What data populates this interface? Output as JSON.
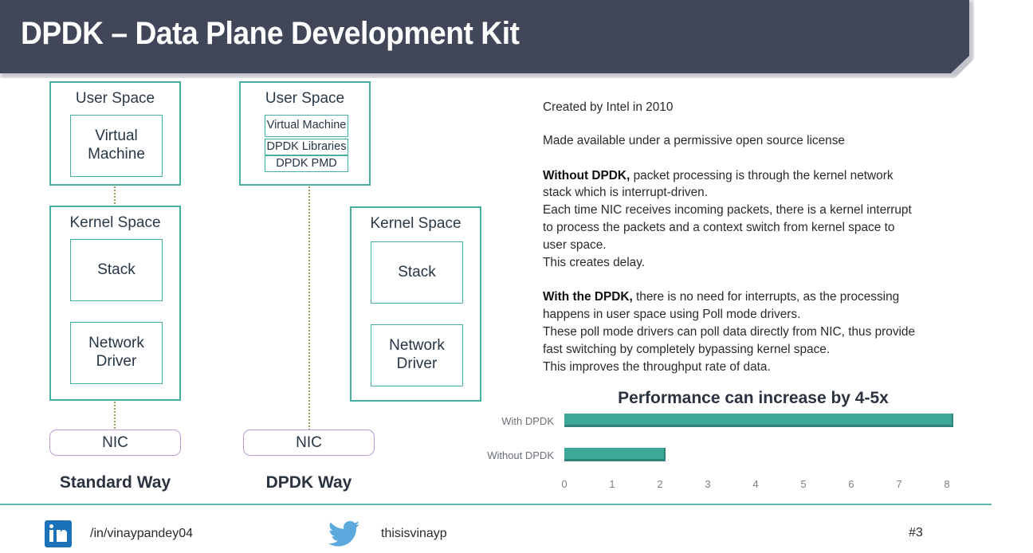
{
  "slide": {
    "title": "DPDK – Data Plane Development Kit",
    "page_number": "#3",
    "title_bar_color": "#414759",
    "accent_teal": "#45AFA2",
    "accent_purple": "#b89bd6",
    "connector_color": "#9a9a5e"
  },
  "diagram_standard": {
    "caption": "Standard Way",
    "user_space_label": "User Space",
    "kernel_space_label": "Kernel Space",
    "virtual_machine_label": "Virtual\nMachine",
    "virtual_machine_line1": "Virtual",
    "virtual_machine_line2": "Machine",
    "stack_label": "Stack",
    "network_driver_line1": "Network",
    "network_driver_line2": "Driver",
    "nic_label": "NIC"
  },
  "diagram_dpdk": {
    "caption": "DPDK Way",
    "user_space_label": "User Space",
    "kernel_space_label": "Kernel Space",
    "virtual_machine_label": "Virtual Machine",
    "dpdk_libraries_label": "DPDK Libraries",
    "dpdk_pmd_label": "DPDK PMD",
    "stack_label": "Stack",
    "network_driver_line1": "Network",
    "network_driver_line2": "Driver",
    "nic_label": "NIC"
  },
  "text": {
    "created": "Created by Intel in 2010",
    "license": "Made available under a permissive open source license",
    "without_lead": "Without DPDK,",
    "without_rest": " packet processing is through the kernel network",
    "without_l2": "stack which is interrupt-driven.",
    "without_l3": "Each time NIC receives incoming packets, there is a kernel interrupt",
    "without_l4": "to process the packets and a context switch from kernel space to",
    "without_l5": "user space.",
    "without_l6": "This creates delay.",
    "with_lead": "With the DPDK,",
    "with_rest": " there is no need for interrupts, as the processing",
    "with_l2": "happens in user space using Poll mode drivers.",
    "with_l3": "These poll mode drivers can poll data directly from NIC, thus provide",
    "with_l4": "fast switching by completely bypassing kernel space.",
    "with_l5": "This improves the throughput rate of data."
  },
  "chart_data": {
    "type": "bar",
    "orientation": "horizontal",
    "title": "Performance can increase by 4-5x",
    "categories": [
      "With DPDK",
      "Without DPDK"
    ],
    "values": [
      8.1,
      2.1
    ],
    "xlabel": "",
    "ylabel": "",
    "xlim": [
      0,
      8
    ],
    "xticks": [
      "0",
      "1",
      "2",
      "3",
      "4",
      "5",
      "6",
      "7",
      "8"
    ],
    "grid": false,
    "legend": false,
    "bar_color": "#3DA89A"
  },
  "footer": {
    "linkedin_handle": "/in/vinaypandey04",
    "twitter_handle": "thisisvinayp",
    "linkedin_icon": "linkedin-icon",
    "twitter_icon": "twitter-icon"
  }
}
